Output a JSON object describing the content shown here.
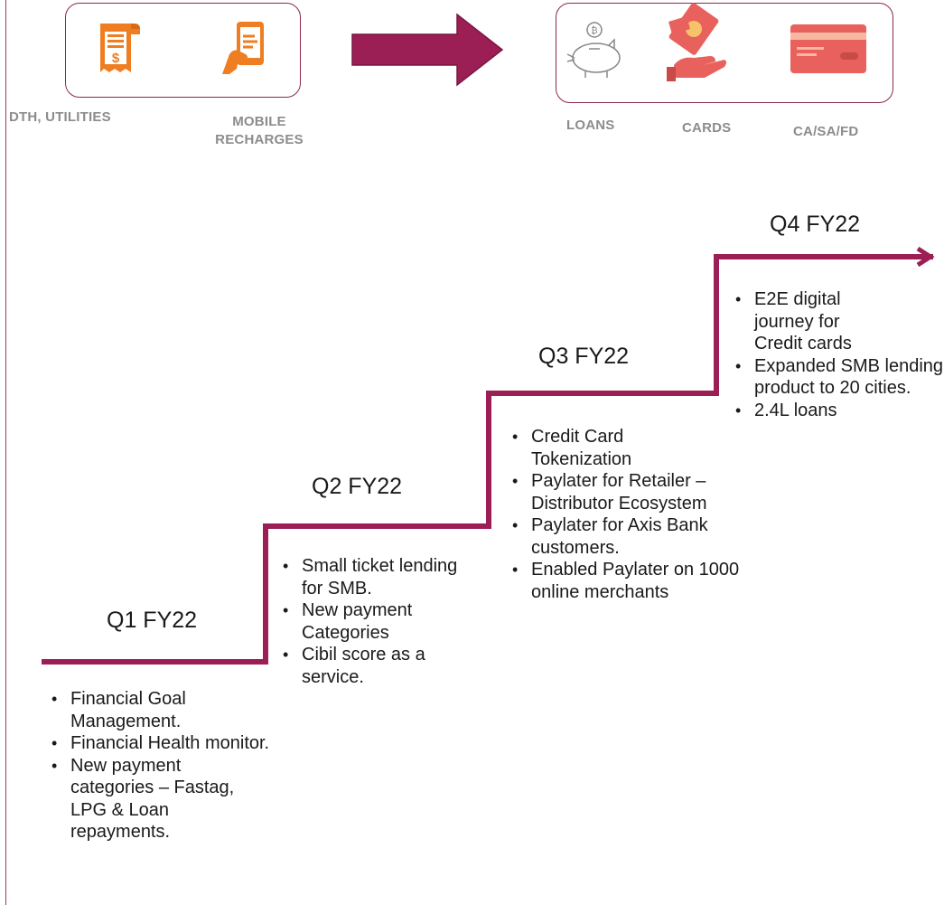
{
  "top": {
    "left_captions": {
      "utilities": "DTH, UTILITIES",
      "mobile": "MOBILE\nRECHARGES"
    },
    "right_captions": {
      "loans": "LOANS",
      "cards": "CARDS",
      "accounts": "CA/SA/FD"
    }
  },
  "quarters": [
    {
      "title": "Q1 FY22",
      "items": [
        "Financial Goal Management.",
        "Financial Health monitor.",
        "New payment categories – Fastag, LPG & Loan repayments."
      ]
    },
    {
      "title": "Q2 FY22",
      "items": [
        "Small ticket lending for SMB.",
        "New payment Categories",
        "Cibil score as a service."
      ]
    },
    {
      "title": "Q3 FY22",
      "items": [
        "Credit Card Tokenization",
        "Paylater for Retailer – Distributor Ecosystem",
        "Paylater for Axis Bank customers.",
        "Enabled Paylater on 1000 online merchants"
      ]
    },
    {
      "title": "Q4 FY22",
      "items": [
        "E2E digital journey for Credit cards",
        "Expanded SMB lending product to 20 cities.",
        "2.4L loans"
      ]
    }
  ],
  "colors": {
    "accent": "#9b1f55",
    "orange": "#ef7d22",
    "caption_gray": "#8c8c8c",
    "card_red": "#e8615d"
  },
  "icons": [
    "bill-icon",
    "mobile-payment-icon",
    "arrow-right-icon",
    "piggy-bank-icon",
    "cash-hand-icon",
    "credit-card-icon"
  ]
}
